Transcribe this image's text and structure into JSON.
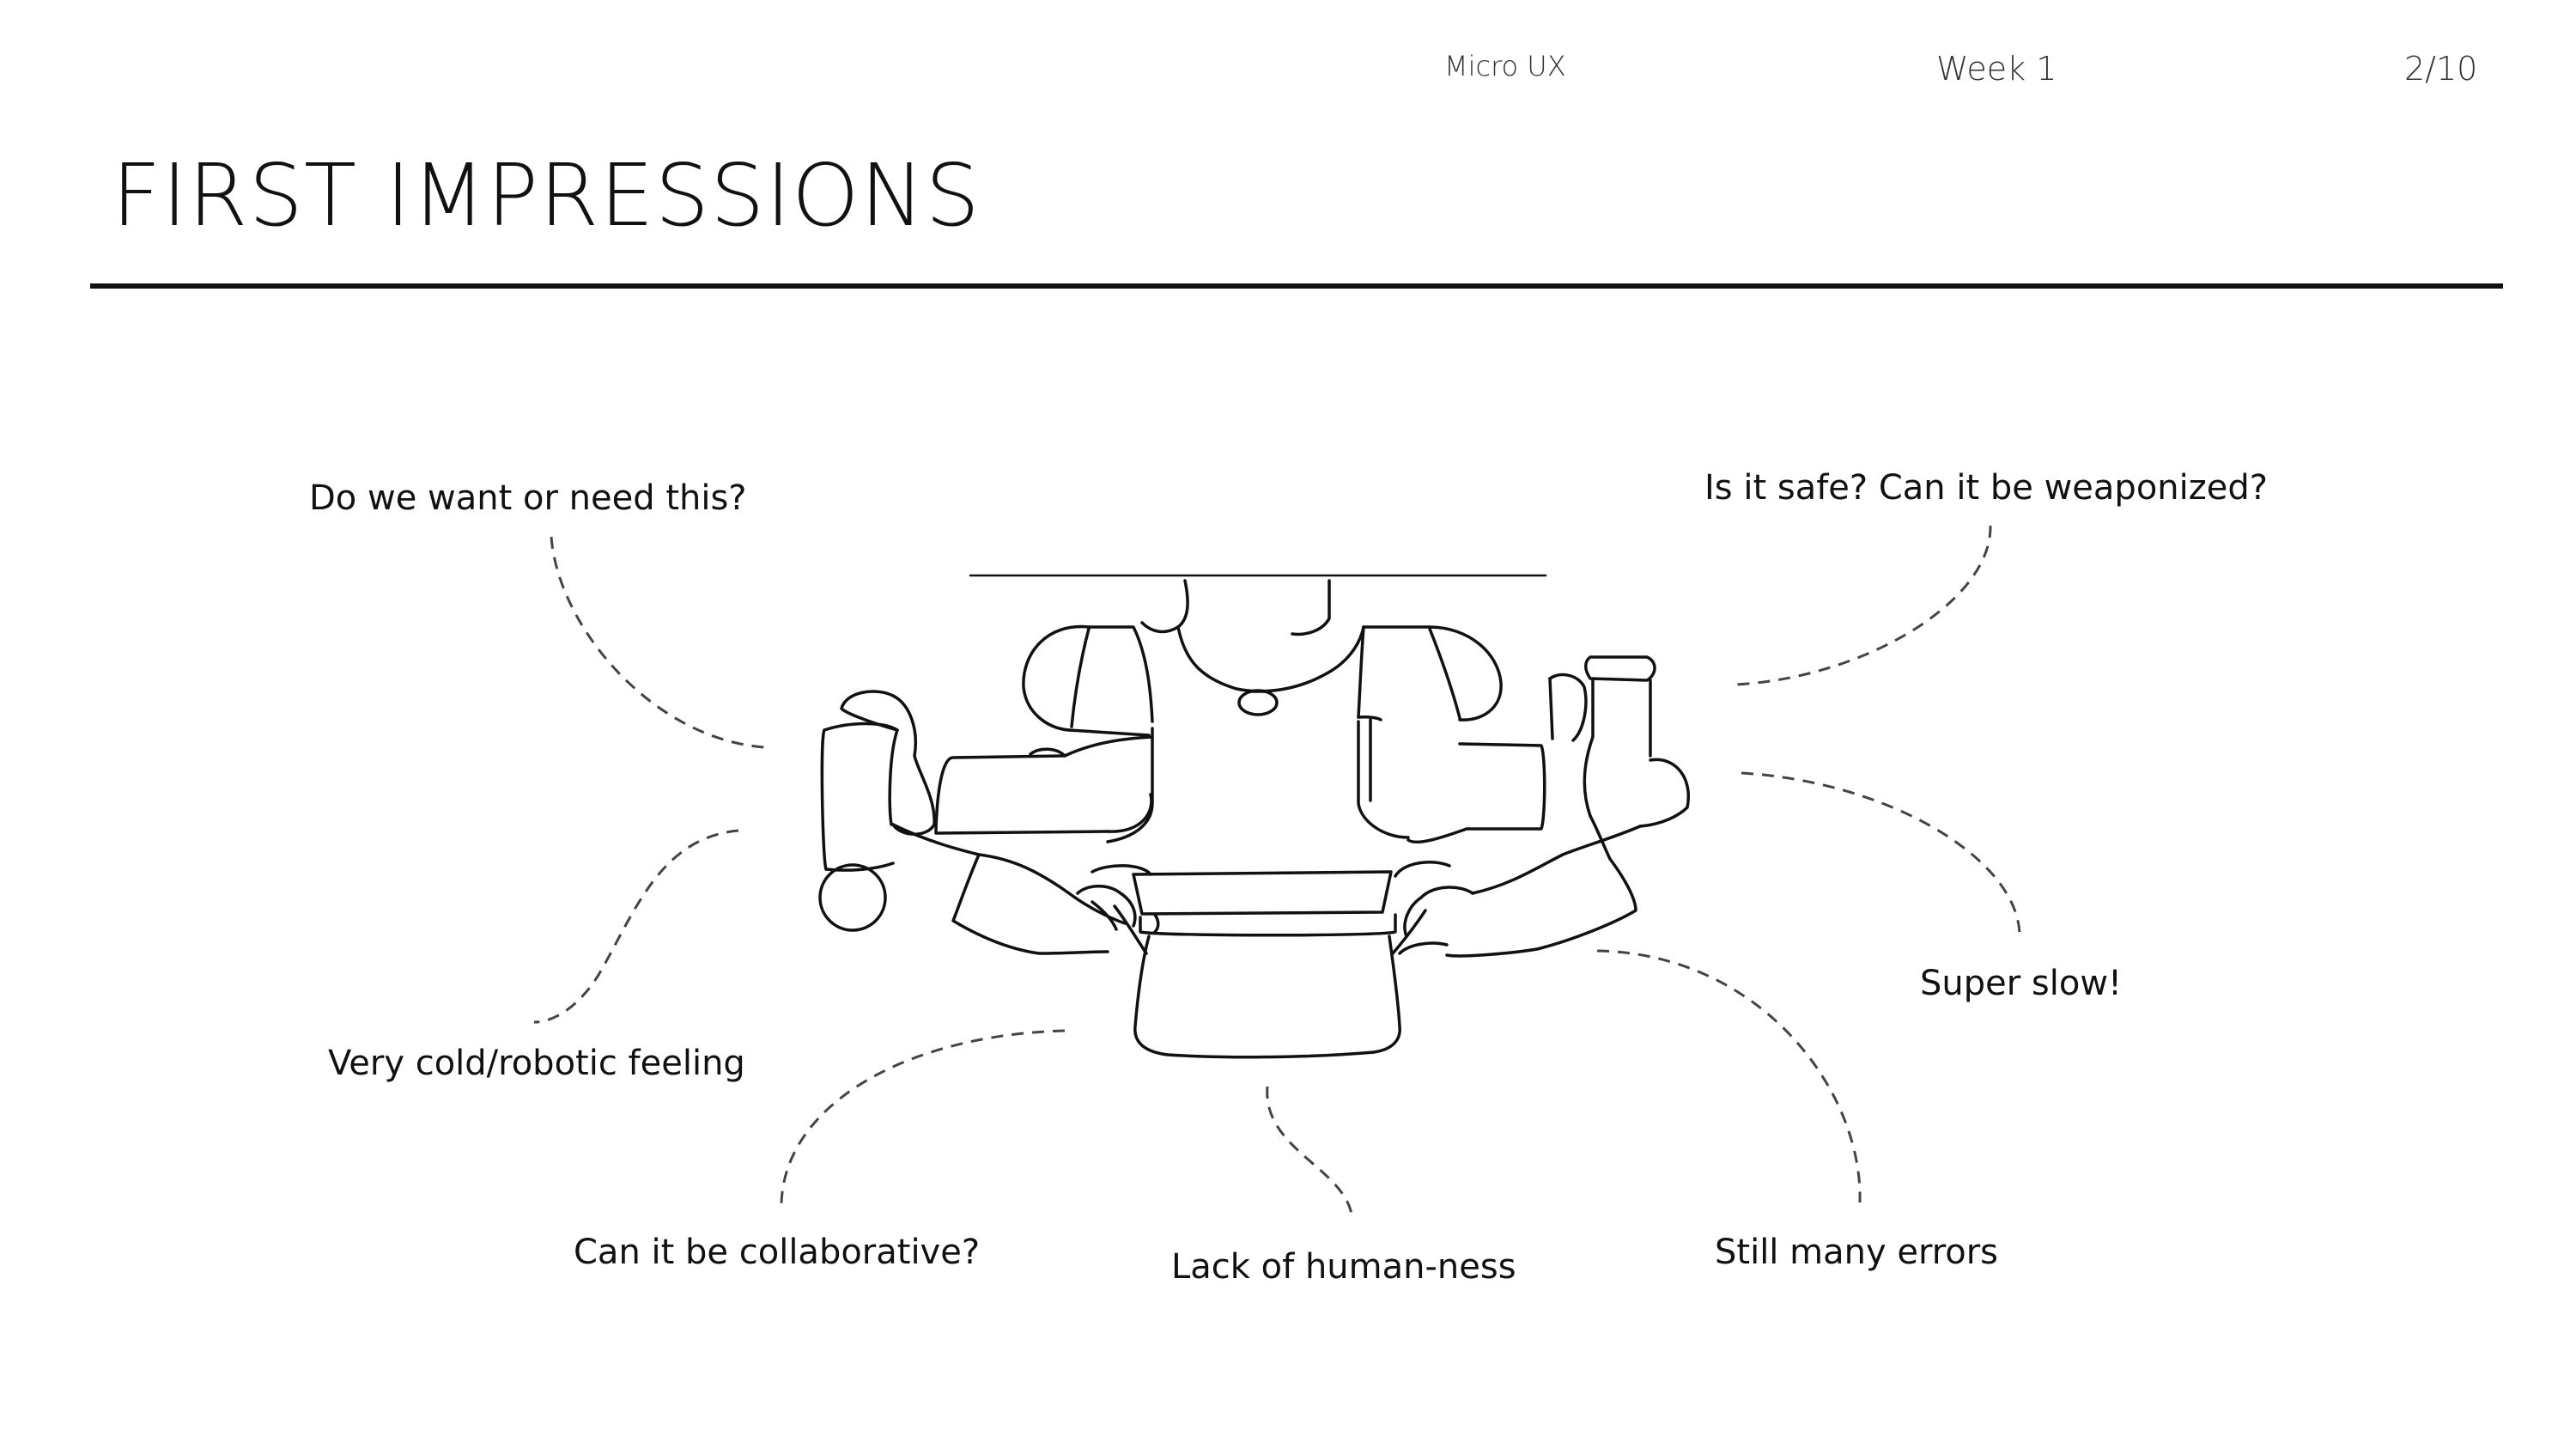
{
  "header": {
    "course": "Micro UX",
    "week": "Week 1",
    "page": "2/10"
  },
  "title": "FIRST IMPRESSIONS",
  "illustration": {
    "icon": "robot-sketch-icon"
  },
  "notes": {
    "want": "Do we want or need this?",
    "safe": "Is it safe? Can it be weaponized?",
    "cold": "Very cold/robotic feeling",
    "slow": "Super slow!",
    "collab": "Can it be collaborative?",
    "human": "Lack of human-ness",
    "errors": "Still many errors"
  },
  "colors": {
    "ink": "#111111",
    "background": "#ffffff"
  }
}
